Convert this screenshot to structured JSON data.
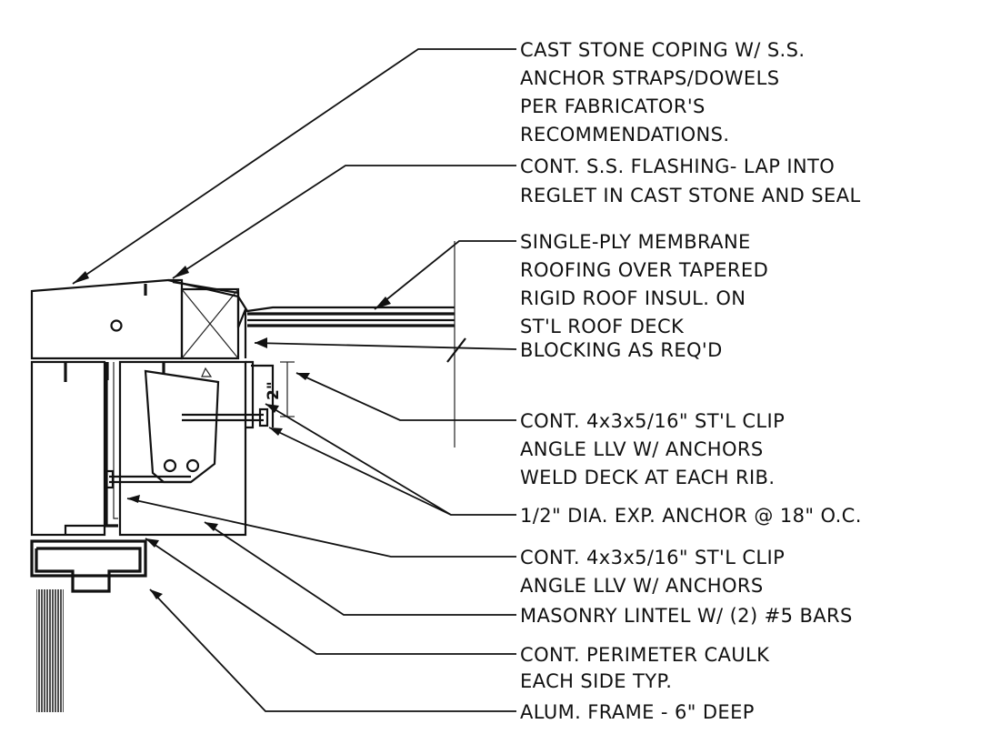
{
  "drawing": {
    "colors": {
      "ink": "#111111",
      "paper": "#ffffff",
      "stipple": "#8a8a8a"
    },
    "dimension_label": "2\"",
    "notes": [
      {
        "id": "coping",
        "lines": [
          "CAST STONE COPING W/ S.S.",
          "ANCHOR STRAPS/DOWELS",
          "PER FABRICATOR'S",
          "RECOMMENDATIONS."
        ]
      },
      {
        "id": "flashing",
        "lines": [
          "CONT. S.S. FLASHING- LAP INTO",
          "REGLET IN CAST STONE AND SEAL"
        ]
      },
      {
        "id": "membrane",
        "lines": [
          "SINGLE-PLY MEMBRANE",
          "ROOFING OVER TAPERED",
          "RIGID ROOF INSUL. ON",
          "ST'L ROOF DECK"
        ]
      },
      {
        "id": "blocking",
        "lines": [
          "BLOCKING AS REQ'D"
        ]
      },
      {
        "id": "clip-angle-deck",
        "lines": [
          "CONT.  4x3x5/16\" ST'L CLIP",
          "ANGLE LLV W/ ANCHORS",
          "WELD DECK AT EACH RIB."
        ]
      },
      {
        "id": "exp-anchor",
        "lines": [
          "1/2\" DIA. EXP. ANCHOR @ 18\" O.C."
        ]
      },
      {
        "id": "clip-angle",
        "lines": [
          "CONT.  4x3x5/16\" ST'L CLIP",
          "ANGLE LLV W/ ANCHORS"
        ]
      },
      {
        "id": "lintel",
        "lines": [
          "MASONRY LINTEL W/ (2) #5 BARS"
        ]
      },
      {
        "id": "caulk",
        "lines": [
          "CONT. PERIMETER CAULK",
          "EACH SIDE TYP."
        ]
      },
      {
        "id": "frame",
        "lines": [
          "ALUM. FRAME - 6\" DEEP"
        ]
      }
    ]
  }
}
